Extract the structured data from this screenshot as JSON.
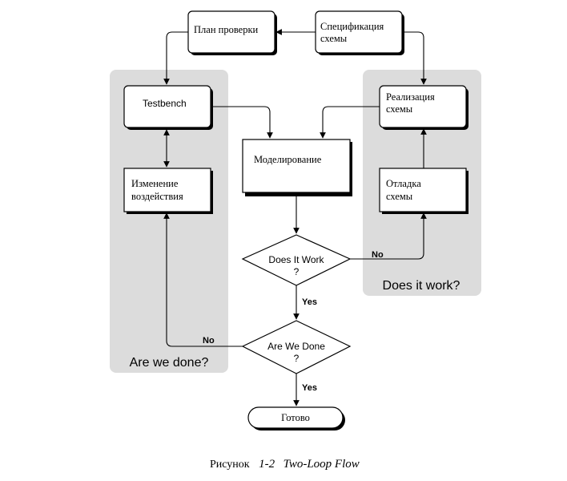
{
  "regions": {
    "left_label": "Are we done?",
    "right_label": "Does it work?"
  },
  "nodes": {
    "plan": "План проверки",
    "spec_line1": "Спецификация",
    "spec_line2": "схемы",
    "testbench": "Testbench",
    "impl_line1": "Реализация",
    "impl_line2": "схемы",
    "sim": "Моделирование",
    "stim_line1": "Изменение",
    "stim_line2": "воздействия",
    "debug_line1": "Отладка",
    "debug_line2": "схемы",
    "works_line1": "Does It Work",
    "works_line2": "?",
    "done_line1": "Are We Done",
    "done_line2": "?",
    "ready": "Готово"
  },
  "edges": {
    "no_works": "No",
    "yes_works": "Yes",
    "no_done": "No",
    "yes_done": "Yes"
  },
  "caption": {
    "prefix": "Рисунок",
    "number": "1-2",
    "title": "Two-Loop Flow"
  },
  "colors": {
    "region_fill": "#dcdcdc",
    "box_fill": "#ffffff",
    "shadow": "#000000",
    "line": "#000000"
  }
}
